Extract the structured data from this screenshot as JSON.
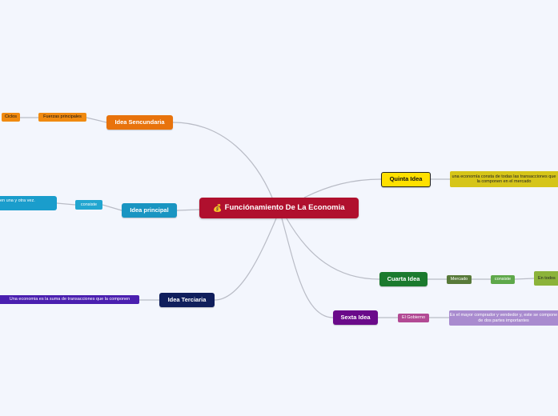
{
  "root": {
    "icon": "money-bag-icon",
    "label": "Funciónamiento De La Economia"
  },
  "topics": {
    "secundaria": {
      "label": "Idea Sencundaria",
      "child": "Fuerzas principales",
      "grandchild": "Ciclos"
    },
    "principal": {
      "label": "Idea principal",
      "child": "consiste",
      "grandchild": "en una y otra vez."
    },
    "terciaria": {
      "label": "Idea Terciaria",
      "child": "Una economia es la suma de transacciones que la componen"
    },
    "quinta": {
      "label": "Quinta Idea",
      "child": "una economía consta de todas las transacciones que la componen en el mercado"
    },
    "cuarta": {
      "label": "Cuarta Idea",
      "child": "Mercado",
      "grandchild": "consiste",
      "greatgrandchild": "En todos"
    },
    "sexta": {
      "label": "Sexta Idea",
      "child": "El Gobierno",
      "grandchild": "Es el mayor comprador y vendedor y, este se compone de dos partes importantes"
    }
  },
  "colors": {
    "root": "#b0102e",
    "secundaria": "#e8730c",
    "principal": "#1a95c2",
    "terciaria": "#0f1e5c",
    "quinta": "#ffe000",
    "cuarta": "#1b7a2e",
    "sexta": "#6a0a8a",
    "link": "#b9bcc6"
  }
}
